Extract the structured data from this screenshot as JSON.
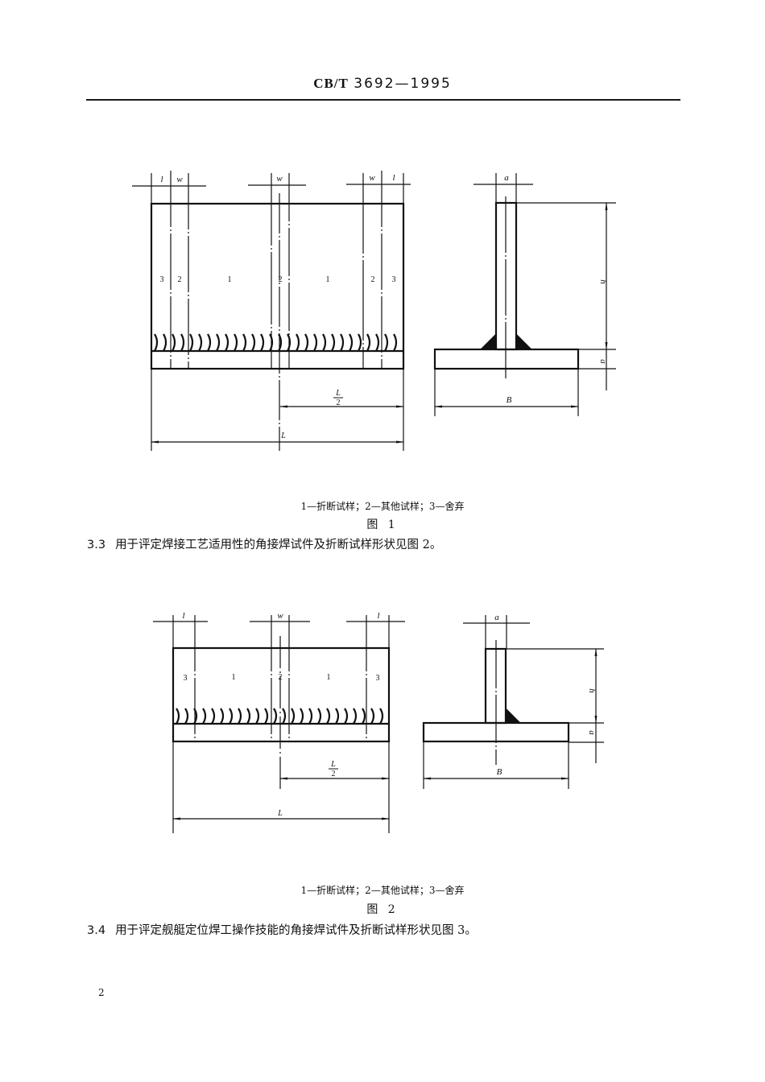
{
  "header": {
    "standard_prefix": "CB/T",
    "standard_number": "3692—1995"
  },
  "figure1": {
    "front_view": {
      "dim_labels": [
        "l",
        "w",
        "w",
        "w",
        "l"
      ],
      "zone_labels": [
        "3",
        "2",
        "1",
        "2",
        "1",
        "2",
        "3"
      ],
      "half_length": {
        "num": "L",
        "den": "2"
      },
      "length": "L"
    },
    "side_view": {
      "thickness_top": "a",
      "height": "h",
      "thickness_base": "a",
      "width": "B"
    },
    "caption": "1—折断试样；2—其他试样；3—舍弃",
    "label": "图 1"
  },
  "para_3_3": {
    "clause": "3.3",
    "text": "用于评定焊接工艺适用性的角接焊试件及折断试样形状见图 2。"
  },
  "figure2": {
    "front_view": {
      "dim_labels": [
        "l",
        "w",
        "l"
      ],
      "zone_labels": [
        "3",
        "1",
        "2",
        "1",
        "3"
      ],
      "half_length": {
        "num": "L",
        "den": "2"
      },
      "length": "L"
    },
    "side_view": {
      "thickness_top": "a",
      "height": "h",
      "thickness_base": "a",
      "width": "B"
    },
    "caption": "1—折断试样；2—其他试样；3—舍弃",
    "label": "图 2"
  },
  "para_3_4": {
    "clause": "3.4",
    "text": "用于评定舰艇定位焊工操作技能的角接焊试件及折断试样形状见图 3。"
  },
  "footer": {
    "page_number": "2"
  }
}
